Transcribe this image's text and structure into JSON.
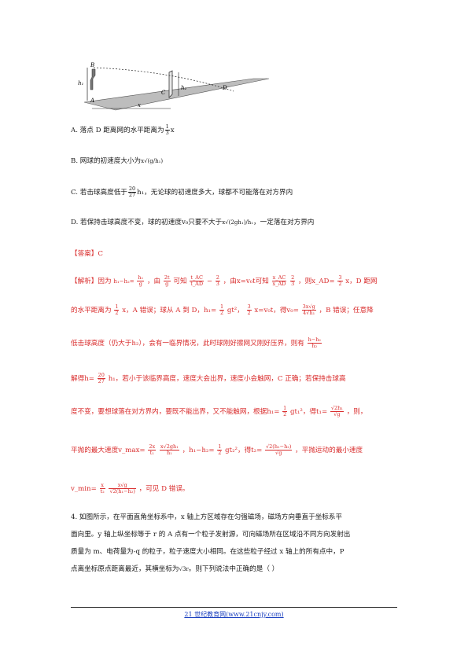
{
  "figure": {
    "label_B": "B",
    "label_h1": "h₁",
    "label_A": "A",
    "label_C": "C",
    "label_h2": "h₂",
    "label_D": "D",
    "label_x": "x"
  },
  "options": {
    "A": "A.  落点 D 距离网的水平距离为",
    "A_frac_num": "1",
    "A_frac_den": "3",
    "A_tail": "x",
    "B": "B.  网球的初速度大小为",
    "B_expr": "x√(g/h₁)",
    "C": "C.  若击球高度低于",
    "C_frac_num": "20",
    "C_frac_den": "27",
    "C_mid": "h₁，无论球的初速度多大，球都不可能落在对方界内",
    "D": "D.  若保持击球高度不变，球的初速度v₀只要不大于",
    "D_expr": "x√(2gh₁)/h₁",
    "D_tail": "，一定落在对方界内"
  },
  "answer": {
    "label": "【答案】C"
  },
  "analysis": {
    "l1a": "【解析】因为",
    "l1b": "h₁−h₂=",
    "l1c": "，由",
    "l1d": "可知",
    "l1e": "−",
    "l1f": "，由x=v₀t可知",
    "l1g": "，则x_AD=",
    "l1h": "x，D 距网",
    "l2a": "的水平距离为",
    "l2b": "x，A 错误；球从 A 到 D，h₁=",
    "l2c": "gt²，",
    "l2d": "x=v₀t，得v₀=",
    "l2e": "，B 错误；任意降",
    "l3a": "低击球高度（仍大于h₂），会有一临界情况，此时球刚好擦网又刚好压界，则有",
    "l4a": "解得h=",
    "l4b": "h₁，若小于该临界高度，速度大会出界，速度小会触网，C 正确；若保持击球高",
    "l5a": "度不变，要想球落在对方界内，要既不能出界，又不能触网，根据h₁=",
    "l5b": "gt₁²，得t₁=",
    "l5c": "，则，",
    "l6a": "平抛的最大速度v_max=",
    "l6b": "，h₁−h₂=",
    "l6c": "gt₂²，得t₂=",
    "l6d": "，平抛运动的最小速度",
    "l7a": "v_min=",
    "l7b": "，可见 D 错误。"
  },
  "q4": {
    "l1": "4. 如图所示，在平面直角坐标系中，x 轴上方区域存在匀强磁场，磁场方向垂直于坐标系平",
    "l2": "面向里。y 轴上纵坐标等于 r 的 A 点有一个粒子发射源，可向磁场所在区域沿不同方向发射出",
    "l3": "质量为 m、电荷量为-q 的粒子，粒子速度大小相同。在这些粒子经过 x 轴上的所有点中，P",
    "l4a": "点离坐标原点距离最近，其横坐标为",
    "l4b": "√3r",
    "l4c": "。则下列说法中正确的是（     ）"
  },
  "footer": {
    "text": "21 世纪教育网(www.21cnjy.com)"
  }
}
